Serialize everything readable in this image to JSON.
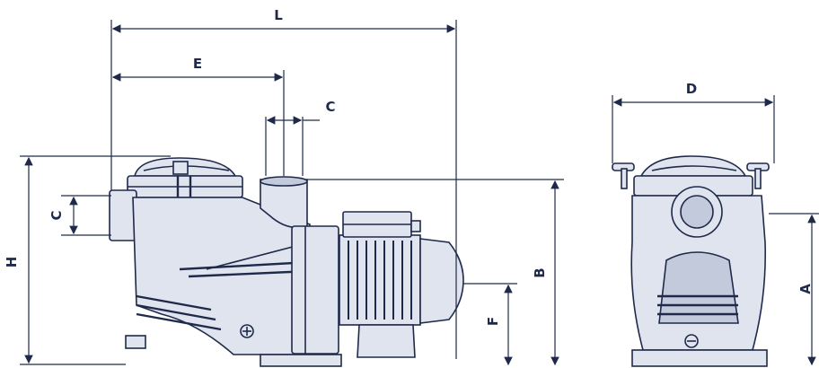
{
  "dimensions": {
    "L": "L",
    "E": "E",
    "C_top": "C",
    "C_side": "C",
    "H": "H",
    "B": "B",
    "F": "F",
    "D": "D",
    "A": "A"
  },
  "colors": {
    "ink": "#1f2a4a",
    "body_fill": "#dfe4ef",
    "body_shade": "#c3cadb",
    "background": "#ffffff"
  }
}
